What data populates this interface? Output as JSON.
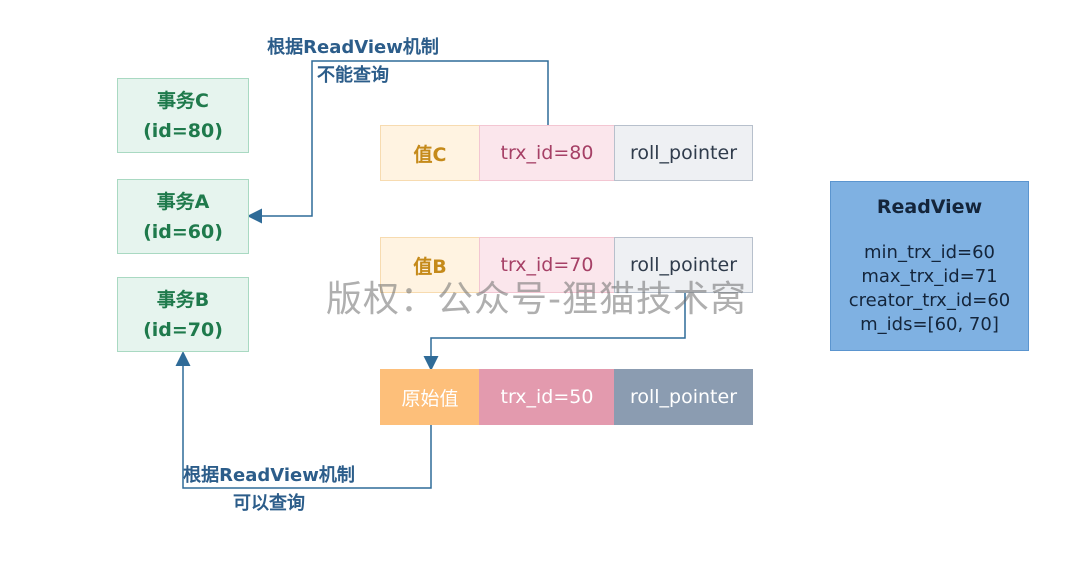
{
  "transactions": {
    "c": {
      "name": "事务C",
      "id": "(id=80)"
    },
    "a": {
      "name": "事务A",
      "id": "(id=60)"
    },
    "b": {
      "name": "事务B",
      "id": "(id=70)"
    }
  },
  "versions": {
    "c": {
      "value": "值C",
      "trx": "trx_id=80",
      "roll": "roll_pointer"
    },
    "b": {
      "value": "值B",
      "trx": "trx_id=70",
      "roll": "roll_pointer"
    },
    "original": {
      "value": "原始值",
      "trx": "trx_id=50",
      "roll": "roll_pointer"
    }
  },
  "readview": {
    "title": "ReadView",
    "min": "min_trx_id=60",
    "max": "max_trx_id=71",
    "creator": "creator_trx_id=60",
    "mids": "m_ids=[60, 70]"
  },
  "notes": {
    "top_line1": "根据ReadView机制",
    "top_line2": "不能查询",
    "bottom_line1": "根据ReadView机制",
    "bottom_line2": "可以查询"
  },
  "watermark": "版权：公众号-狸猫技术窝",
  "colors": {
    "arrow": "#2f6b98",
    "transaction_fill": "#e6f4ee",
    "readview_fill": "#7fb1e2"
  }
}
